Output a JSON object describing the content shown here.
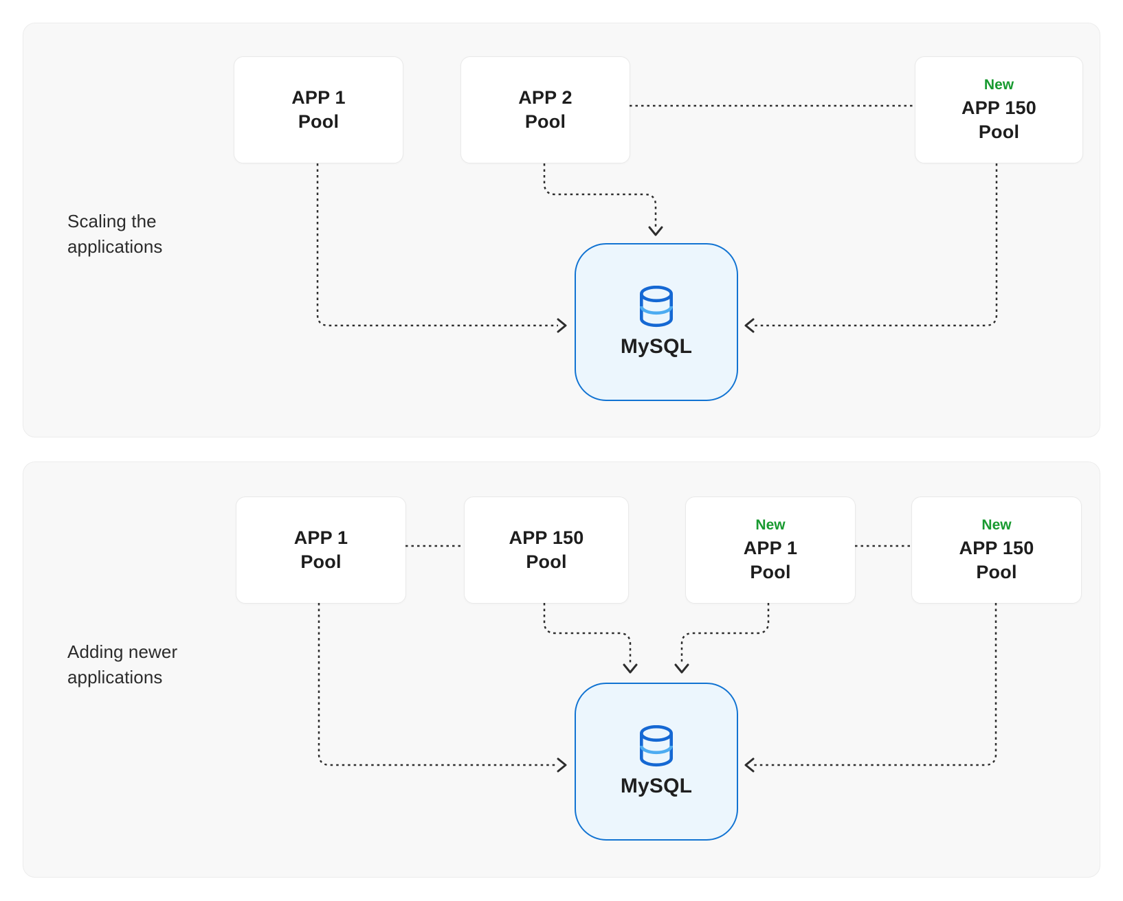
{
  "colors": {
    "panel_bg": "#f8f8f8",
    "panel_border": "#ececec",
    "card_bg": "#ffffff",
    "card_border": "#e9e9e9",
    "card_text": "#1d1d1d",
    "panel_label_text": "#2b2b2b",
    "badge_green": "#189a30",
    "db_node_border": "#1173d2",
    "db_node_fill": "#ecf6fd",
    "db_icon_blue": "#1568d3",
    "db_icon_light_blue": "#4dacf1",
    "connector": "#2d2d2d"
  },
  "panel_scaling": {
    "label": {
      "line1": "Scaling the",
      "line2": "applications"
    },
    "boxes": [
      {
        "line1": "APP 1",
        "line2": "Pool"
      },
      {
        "line1": "APP 2",
        "line2": "Pool"
      },
      {
        "badge": "New",
        "line1": "APP 150",
        "line2": "Pool"
      }
    ],
    "database": {
      "label": "MySQL"
    }
  },
  "panel_adding": {
    "label": {
      "line1": "Adding newer",
      "line2": "applications"
    },
    "boxes": [
      {
        "line1": "APP 1",
        "line2": "Pool"
      },
      {
        "line1": "APP 150",
        "line2": "Pool"
      },
      {
        "badge": "New",
        "line1": "APP 1",
        "line2": "Pool"
      },
      {
        "badge": "New",
        "line1": "APP 150",
        "line2": "Pool"
      }
    ],
    "database": {
      "label": "MySQL"
    }
  }
}
